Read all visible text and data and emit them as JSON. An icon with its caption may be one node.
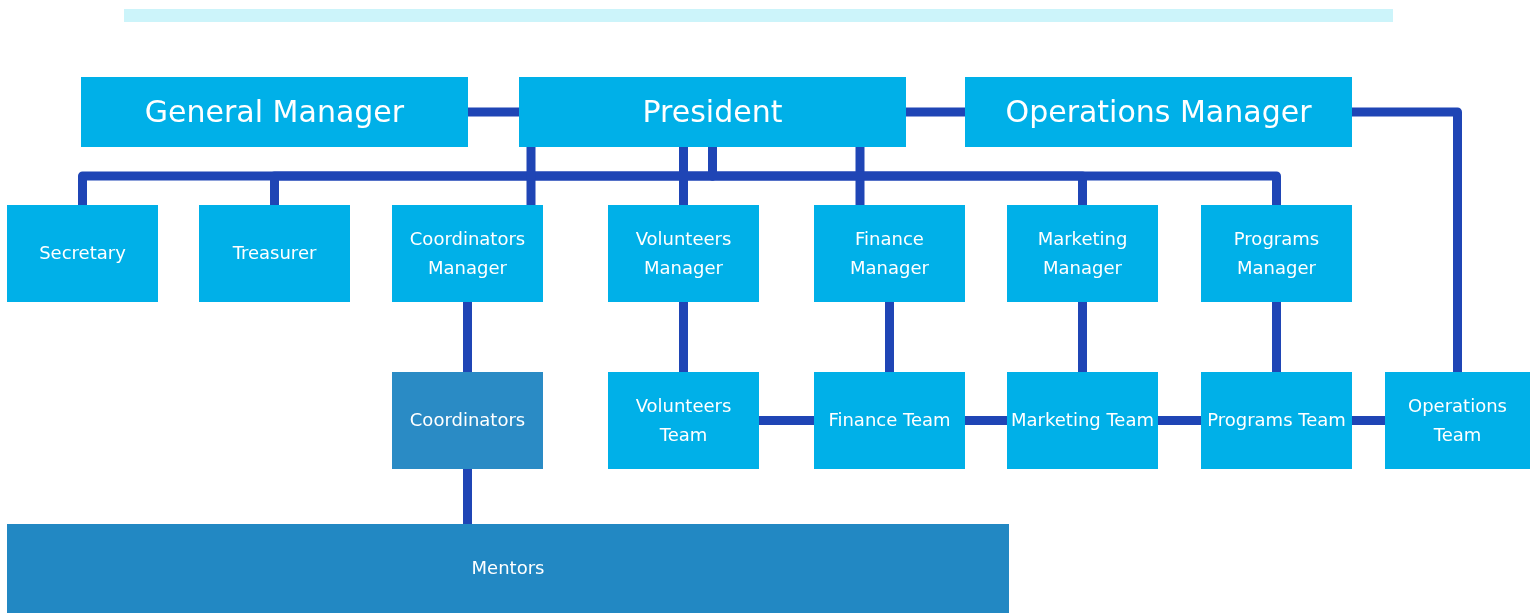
{
  "diagram": {
    "nodes": [
      {
        "text": [
          "General Manager"
        ]
      },
      {
        "text": [
          "President"
        ]
      },
      {
        "text": [
          "Operations Manager"
        ]
      },
      {
        "text": [
          "Secretary"
        ]
      },
      {
        "text": [
          "Treasurer"
        ]
      },
      {
        "text": [
          "Coordinators Manager"
        ]
      },
      {
        "text": [
          "Volunteers Manager"
        ]
      },
      {
        "text": [
          "Finance Manager"
        ]
      },
      {
        "text": [
          "Marketing Manager"
        ]
      },
      {
        "text": [
          "Programs Manager"
        ]
      },
      {
        "text": [
          "Coordinators"
        ]
      },
      {
        "text": [
          "Volunteers Team"
        ]
      },
      {
        "text": [
          "Finance Team"
        ]
      },
      {
        "text": [
          "Marketing Team"
        ]
      },
      {
        "text": [
          "Programs Team"
        ]
      },
      {
        "text": [
          "Operations Team"
        ]
      },
      {
        "text": [
          "Mentors"
        ]
      }
    ],
    "edges": [
      {
        "from": 0,
        "to": 1,
        "arrow": "none"
      },
      {
        "from": 1,
        "to": 2,
        "arrow": "none"
      },
      {
        "from": 1,
        "to": 3,
        "arrow": "none"
      },
      {
        "from": 1,
        "to": 4,
        "arrow": "none"
      },
      {
        "from": 1,
        "to": 5,
        "arrow": "none"
      },
      {
        "from": 1,
        "to": 6,
        "arrow": "none"
      },
      {
        "from": 1,
        "to": 7,
        "arrow": "none"
      },
      {
        "from": 1,
        "to": 8,
        "arrow": "none"
      },
      {
        "from": 1,
        "to": 9,
        "arrow": "none"
      },
      {
        "from": 2,
        "to": 15,
        "arrow": "none"
      },
      {
        "from": 5,
        "to": 10,
        "arrow": "none"
      },
      {
        "from": 10,
        "to": 16,
        "arrow": "none"
      },
      {
        "from": 6,
        "to": 11,
        "arrow": "none"
      },
      {
        "from": 7,
        "to": 12,
        "arrow": "none"
      },
      {
        "from": 8,
        "to": 13,
        "arrow": "none"
      },
      {
        "from": 9,
        "to": 14,
        "arrow": "none"
      },
      {
        "from": 11,
        "to": 12,
        "arrow": "none"
      },
      {
        "from": 12,
        "to": 13,
        "arrow": "none"
      },
      {
        "from": 13,
        "to": 14,
        "arrow": "none"
      },
      {
        "from": 14,
        "to": 15,
        "arrow": "none"
      }
    ]
  }
}
